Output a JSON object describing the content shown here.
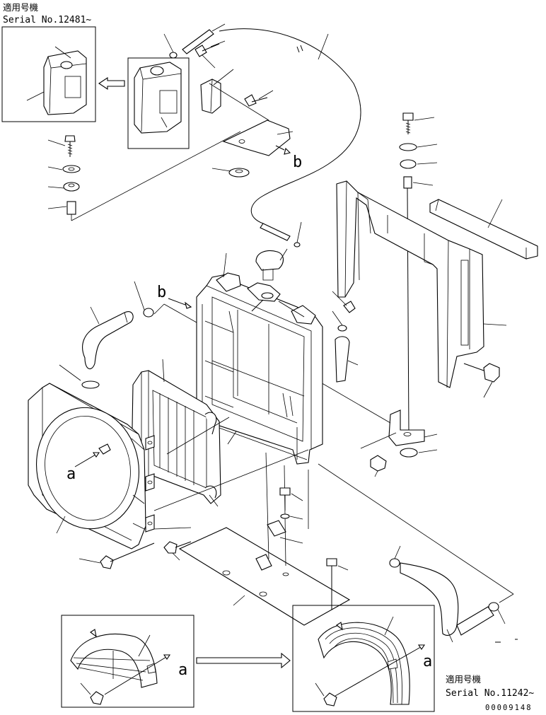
{
  "serial_notes": {
    "top": {
      "label": "適用号機",
      "serial": "Serial No.12481~"
    },
    "bottom": {
      "label": "適用号機",
      "serial": "Serial No.11242~"
    }
  },
  "view_letters": {
    "a_fan_shroud": "a",
    "a_detail_left": "a",
    "a_detail_right": "a",
    "b_top": "b",
    "b_mid": "b"
  },
  "drawing_code": "00009148"
}
